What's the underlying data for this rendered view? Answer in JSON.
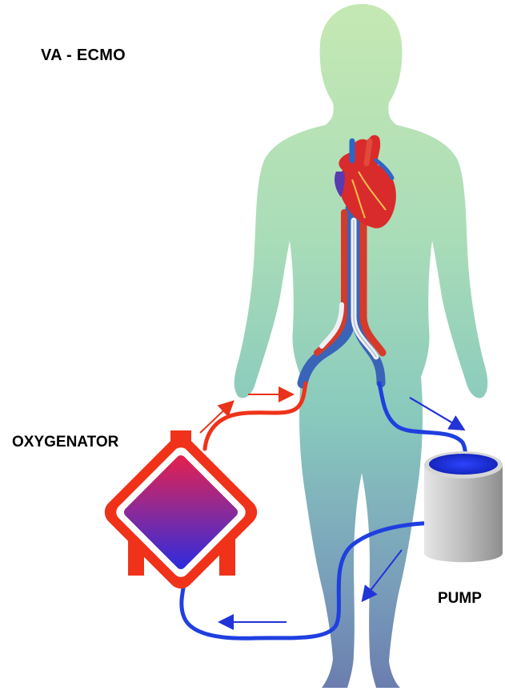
{
  "labels": {
    "title": "VA - ECMO",
    "oxygenator": "OXYGENATOR",
    "pump": "PUMP"
  },
  "colors": {
    "oxygenated_blood": "#f0321a",
    "deoxygenated_blood": "#1f3fe0",
    "body_top": "#b9e3a8",
    "body_bottom": "#5a78a8",
    "oxygenator_frame": "#f0321a",
    "oxygenator_core_top": "#e0204a",
    "oxygenator_core_bottom": "#2a2ad8",
    "pump_body": "#c9c9c9",
    "heart": "#d92b2b"
  },
  "icons": [
    "heart-icon",
    "oxygenator-icon",
    "pump-icon",
    "flow-arrow-icon"
  ]
}
